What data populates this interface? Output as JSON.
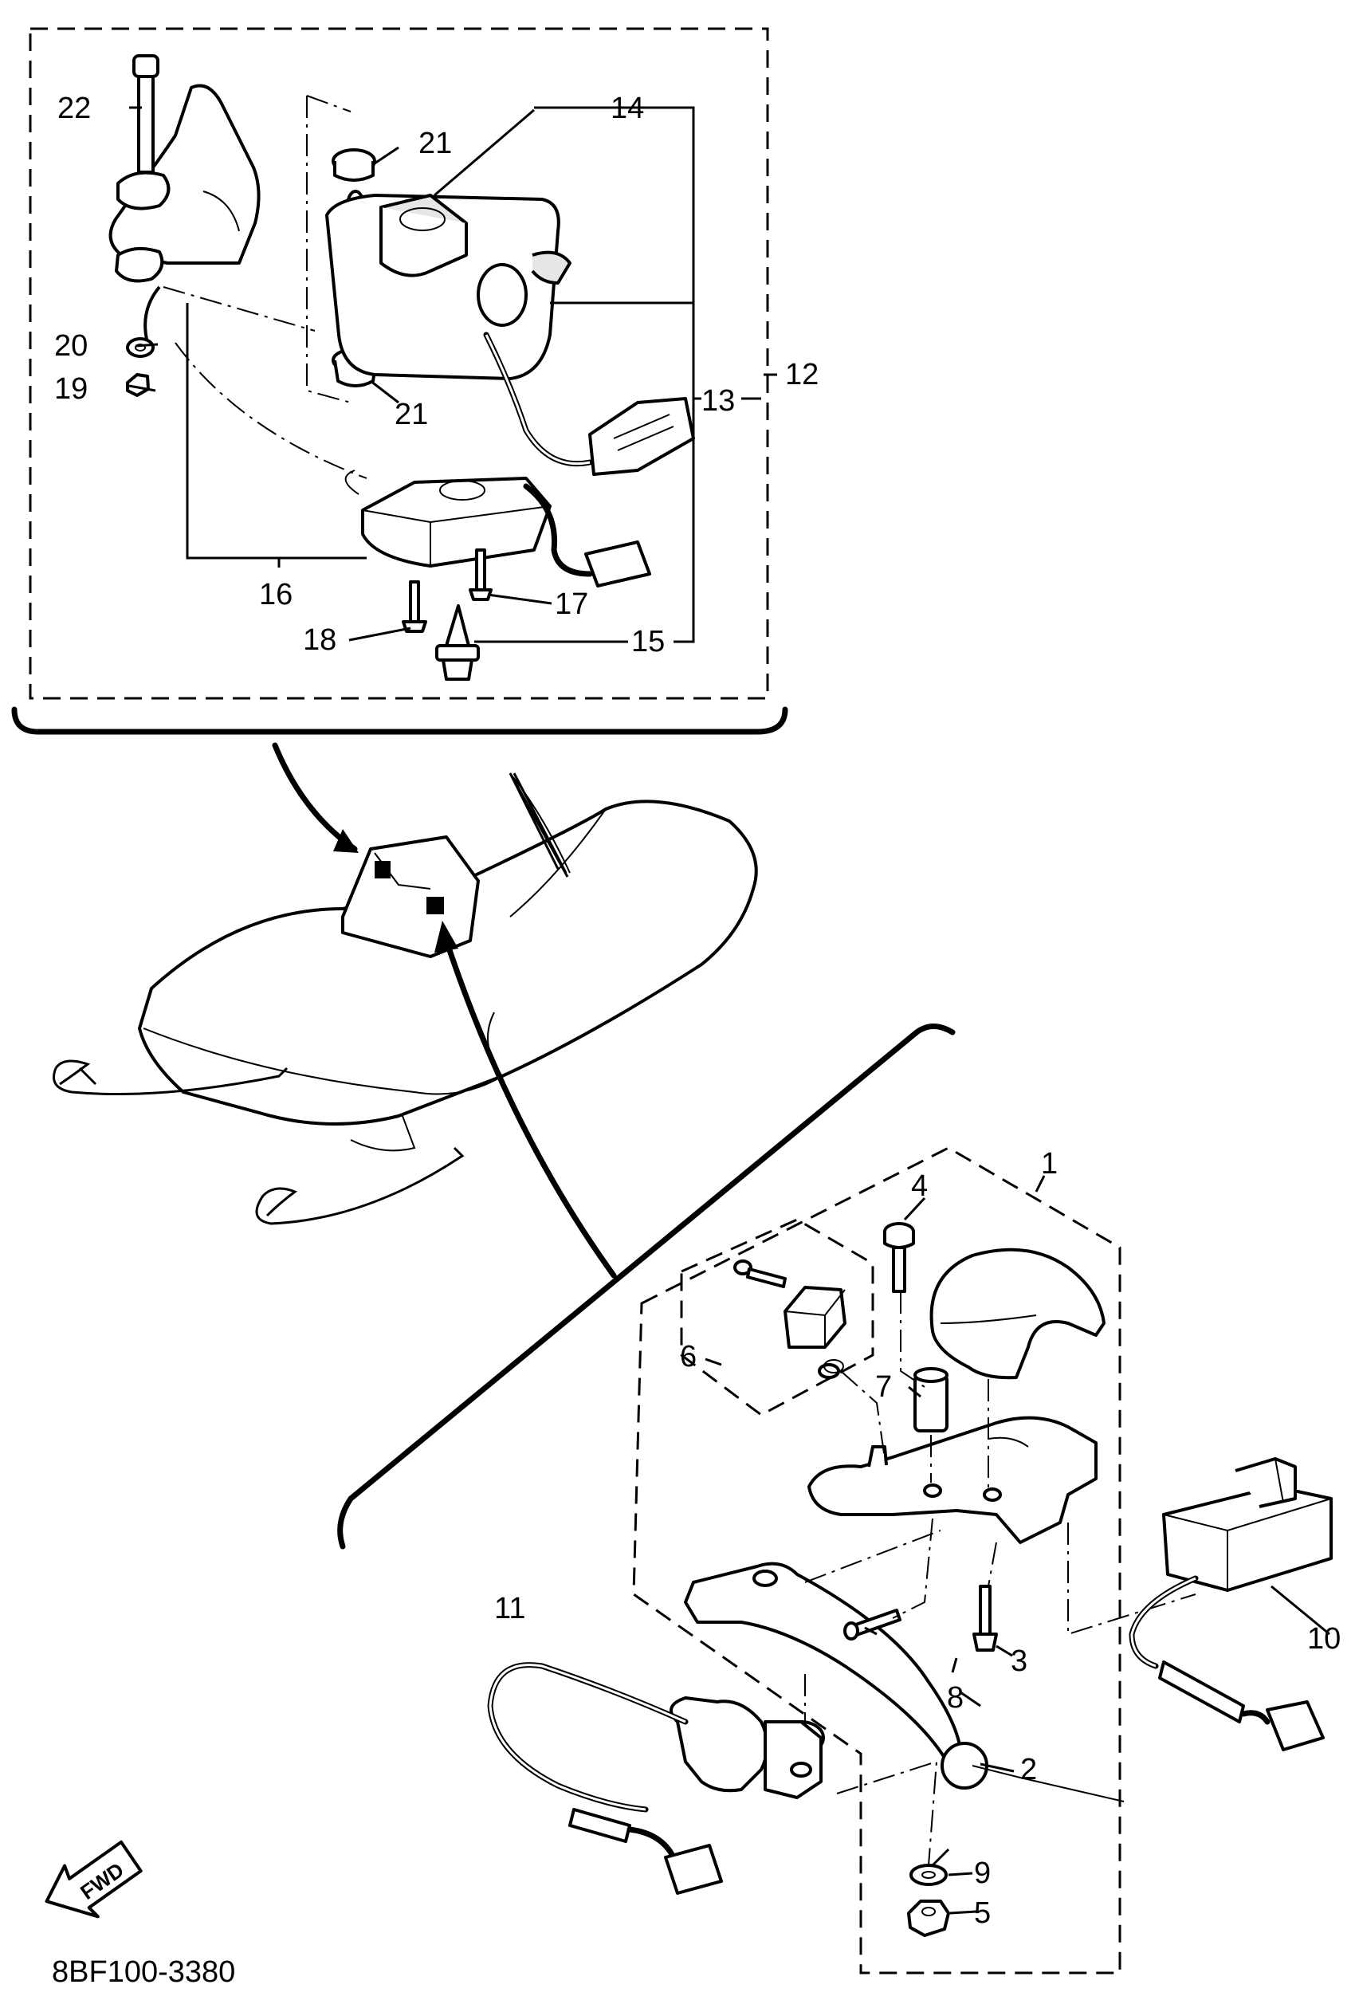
{
  "figure": {
    "drawing_code": "8BF100-3380",
    "fwd_label": "FWD"
  },
  "callouts": [
    {
      "id": "c1",
      "text": "1"
    },
    {
      "id": "c2",
      "text": "2"
    },
    {
      "id": "c3",
      "text": "3"
    },
    {
      "id": "c4",
      "text": "4"
    },
    {
      "id": "c5",
      "text": "5"
    },
    {
      "id": "c6",
      "text": "6"
    },
    {
      "id": "c7",
      "text": "7"
    },
    {
      "id": "c8",
      "text": "8"
    },
    {
      "id": "c9",
      "text": "9"
    },
    {
      "id": "c10",
      "text": "10"
    },
    {
      "id": "c11",
      "text": "11"
    },
    {
      "id": "c12",
      "text": "12"
    },
    {
      "id": "c13",
      "text": "13"
    },
    {
      "id": "c14",
      "text": "14"
    },
    {
      "id": "c15",
      "text": "15"
    },
    {
      "id": "c16",
      "text": "16"
    },
    {
      "id": "c17",
      "text": "17"
    },
    {
      "id": "c18",
      "text": "18"
    },
    {
      "id": "c19",
      "text": "19"
    },
    {
      "id": "c20",
      "text": "20"
    },
    {
      "id": "c21a",
      "text": "21"
    },
    {
      "id": "c21b",
      "text": "21"
    },
    {
      "id": "c22",
      "text": "22"
    }
  ]
}
